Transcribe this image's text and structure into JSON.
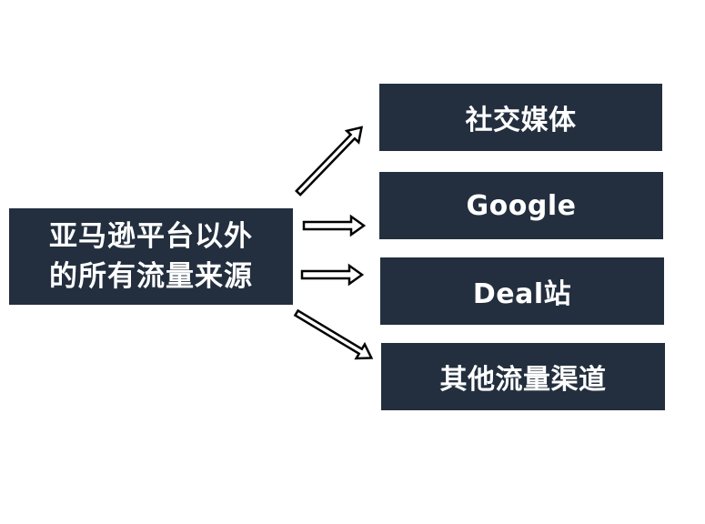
{
  "source": {
    "line1": "亚马逊平台以外",
    "line2": "的所有流量来源"
  },
  "targets": [
    {
      "label": "社交媒体"
    },
    {
      "label": "Google"
    },
    {
      "label": "Deal站"
    },
    {
      "label": "其他流量渠道"
    }
  ],
  "colors": {
    "box_fill": "#232f3e",
    "box_text": "#ffffff",
    "arrow_fill": "#ffffff",
    "arrow_stroke": "#000000"
  }
}
